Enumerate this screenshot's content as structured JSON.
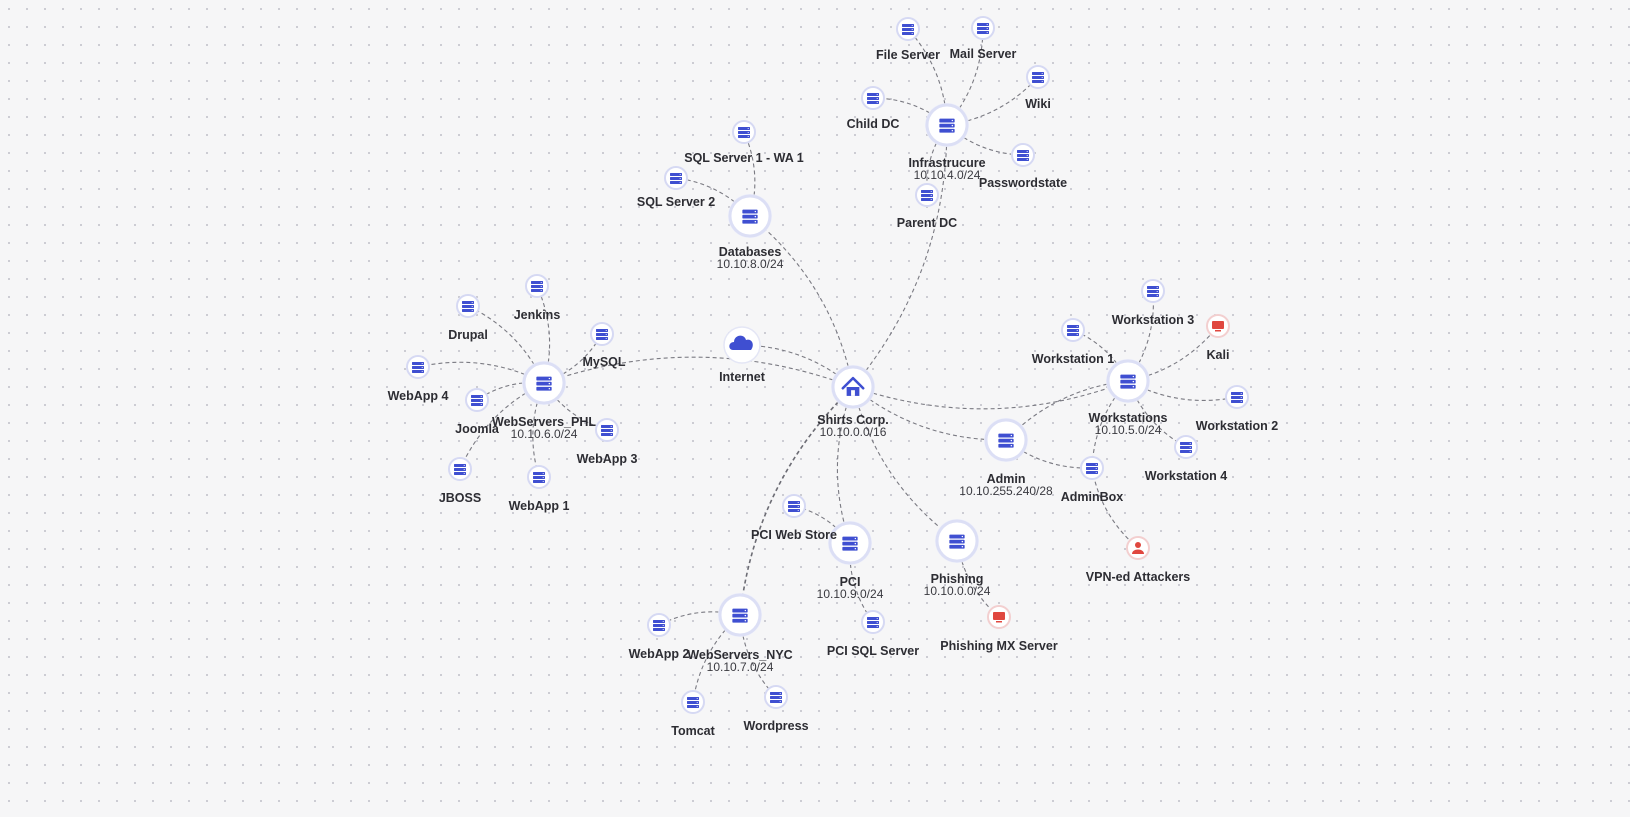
{
  "nodes": [
    {
      "id": "shirts",
      "label": "Shirts Corp.",
      "sub": "10.10.0.0/16",
      "icon": "home-icon",
      "size": "lg"
    },
    {
      "id": "internet",
      "label": "Internet",
      "icon": "cloud-icon",
      "size": "cloud"
    },
    {
      "id": "databases",
      "label": "Databases",
      "sub": "10.10.8.0/24",
      "icon": "server-icon",
      "size": "lg"
    },
    {
      "id": "sql1",
      "label": "SQL Server 1 - WA 1",
      "icon": "server-icon",
      "size": "sm"
    },
    {
      "id": "sql2",
      "label": "SQL Server 2",
      "icon": "server-icon",
      "size": "sm"
    },
    {
      "id": "infra",
      "label": "Infrastrucure",
      "sub": "10.10.4.0/24",
      "icon": "server-icon",
      "size": "lg"
    },
    {
      "id": "fileserver",
      "label": "File Server",
      "icon": "server-icon",
      "size": "sm"
    },
    {
      "id": "mailserver",
      "label": "Mail Server",
      "icon": "server-icon",
      "size": "sm"
    },
    {
      "id": "wiki",
      "label": "Wiki",
      "icon": "server-icon",
      "size": "sm"
    },
    {
      "id": "childdc",
      "label": "Child DC",
      "icon": "server-icon",
      "size": "sm"
    },
    {
      "id": "passwordstate",
      "label": "Passwordstate",
      "icon": "server-icon",
      "size": "sm"
    },
    {
      "id": "parentdc",
      "label": "Parent DC",
      "icon": "server-icon",
      "size": "sm"
    },
    {
      "id": "webphl",
      "label": "WebServers_PHL",
      "sub": "10.10.6.0/24",
      "icon": "server-icon",
      "size": "lg"
    },
    {
      "id": "jenkins",
      "label": "Jenkins",
      "icon": "server-icon",
      "size": "sm"
    },
    {
      "id": "drupal",
      "label": "Drupal",
      "icon": "server-icon",
      "size": "sm"
    },
    {
      "id": "mysql",
      "label": "MySQL",
      "icon": "server-icon",
      "size": "sm"
    },
    {
      "id": "webapp4",
      "label": "WebApp 4",
      "icon": "server-icon",
      "size": "sm"
    },
    {
      "id": "joomla",
      "label": "Joomla",
      "icon": "server-icon",
      "size": "sm"
    },
    {
      "id": "webapp3",
      "label": "WebApp 3",
      "icon": "server-icon",
      "size": "sm"
    },
    {
      "id": "jboss",
      "label": "JBOSS",
      "icon": "server-icon",
      "size": "sm"
    },
    {
      "id": "webapp1",
      "label": "WebApp 1",
      "icon": "server-icon",
      "size": "sm"
    },
    {
      "id": "workstations",
      "label": "Workstations",
      "sub": "10.10.5.0/24",
      "icon": "server-icon",
      "size": "lg"
    },
    {
      "id": "ws3",
      "label": "Workstation 3",
      "icon": "server-icon",
      "size": "sm"
    },
    {
      "id": "ws1",
      "label": "Workstation 1",
      "icon": "server-icon",
      "size": "sm"
    },
    {
      "id": "kali",
      "label": "Kali",
      "icon": "monitor-icon",
      "size": "sm",
      "color": "red"
    },
    {
      "id": "ws2",
      "label": "Workstation 2",
      "icon": "server-icon",
      "size": "sm"
    },
    {
      "id": "ws4",
      "label": "Workstation 4",
      "icon": "server-icon",
      "size": "sm"
    },
    {
      "id": "admin",
      "label": "Admin",
      "sub": "10.10.255.240/28",
      "icon": "server-icon",
      "size": "lg"
    },
    {
      "id": "adminbox",
      "label": "AdminBox",
      "icon": "server-icon",
      "size": "sm"
    },
    {
      "id": "vpn",
      "label": "VPN-ed Attackers",
      "icon": "user-icon",
      "size": "sm",
      "color": "red"
    },
    {
      "id": "pci",
      "label": "PCI",
      "sub": "10.10.9.0/24",
      "icon": "server-icon",
      "size": "lg"
    },
    {
      "id": "pciweb",
      "label": "PCI Web Store",
      "icon": "server-icon",
      "size": "sm"
    },
    {
      "id": "pcisql",
      "label": "PCI SQL Server",
      "icon": "server-icon",
      "size": "sm"
    },
    {
      "id": "phishing",
      "label": "Phishing",
      "sub": "10.10.0.0/24",
      "icon": "server-icon",
      "size": "lg"
    },
    {
      "id": "phishmx",
      "label": "Phishing MX Server",
      "icon": "monitor-icon",
      "size": "sm",
      "color": "red"
    },
    {
      "id": "webnyc",
      "label": "WebServers_NYC",
      "sub": "10.10.7.0/24",
      "icon": "server-icon",
      "size": "lg"
    },
    {
      "id": "webapp2",
      "label": "WebApp 2",
      "icon": "server-icon",
      "size": "sm"
    },
    {
      "id": "tomcat",
      "label": "Tomcat",
      "icon": "server-icon",
      "size": "sm"
    },
    {
      "id": "wordpress",
      "label": "Wordpress",
      "icon": "server-icon",
      "size": "sm"
    }
  ],
  "edges": [
    [
      "shirts",
      "internet"
    ],
    [
      "shirts",
      "databases"
    ],
    [
      "shirts",
      "infra"
    ],
    [
      "shirts",
      "webphl"
    ],
    [
      "shirts",
      "admin"
    ],
    [
      "shirts",
      "workstations"
    ],
    [
      "shirts",
      "pci"
    ],
    [
      "shirts",
      "phishing"
    ],
    [
      "shirts",
      "webnyc"
    ],
    [
      "databases",
      "sql1"
    ],
    [
      "databases",
      "sql2"
    ],
    [
      "infra",
      "fileserver"
    ],
    [
      "infra",
      "mailserver"
    ],
    [
      "infra",
      "wiki"
    ],
    [
      "infra",
      "childdc"
    ],
    [
      "infra",
      "passwordstate"
    ],
    [
      "infra",
      "parentdc"
    ],
    [
      "webphl",
      "jenkins"
    ],
    [
      "webphl",
      "drupal"
    ],
    [
      "webphl",
      "mysql"
    ],
    [
      "webphl",
      "webapp4"
    ],
    [
      "webphl",
      "joomla"
    ],
    [
      "webphl",
      "webapp3"
    ],
    [
      "webphl",
      "jboss"
    ],
    [
      "webphl",
      "webapp1"
    ],
    [
      "workstations",
      "ws3"
    ],
    [
      "workstations",
      "ws1"
    ],
    [
      "workstations",
      "kali"
    ],
    [
      "workstations",
      "ws2"
    ],
    [
      "workstations",
      "ws4"
    ],
    [
      "workstations",
      "admin"
    ],
    [
      "workstations",
      "adminbox"
    ],
    [
      "admin",
      "adminbox"
    ],
    [
      "adminbox",
      "vpn"
    ],
    [
      "pci",
      "pciweb"
    ],
    [
      "pci",
      "pcisql"
    ],
    [
      "phishing",
      "phishmx"
    ],
    [
      "webnyc",
      "webapp2"
    ],
    [
      "webnyc",
      "tomcat"
    ],
    [
      "webnyc",
      "wordpress"
    ]
  ]
}
